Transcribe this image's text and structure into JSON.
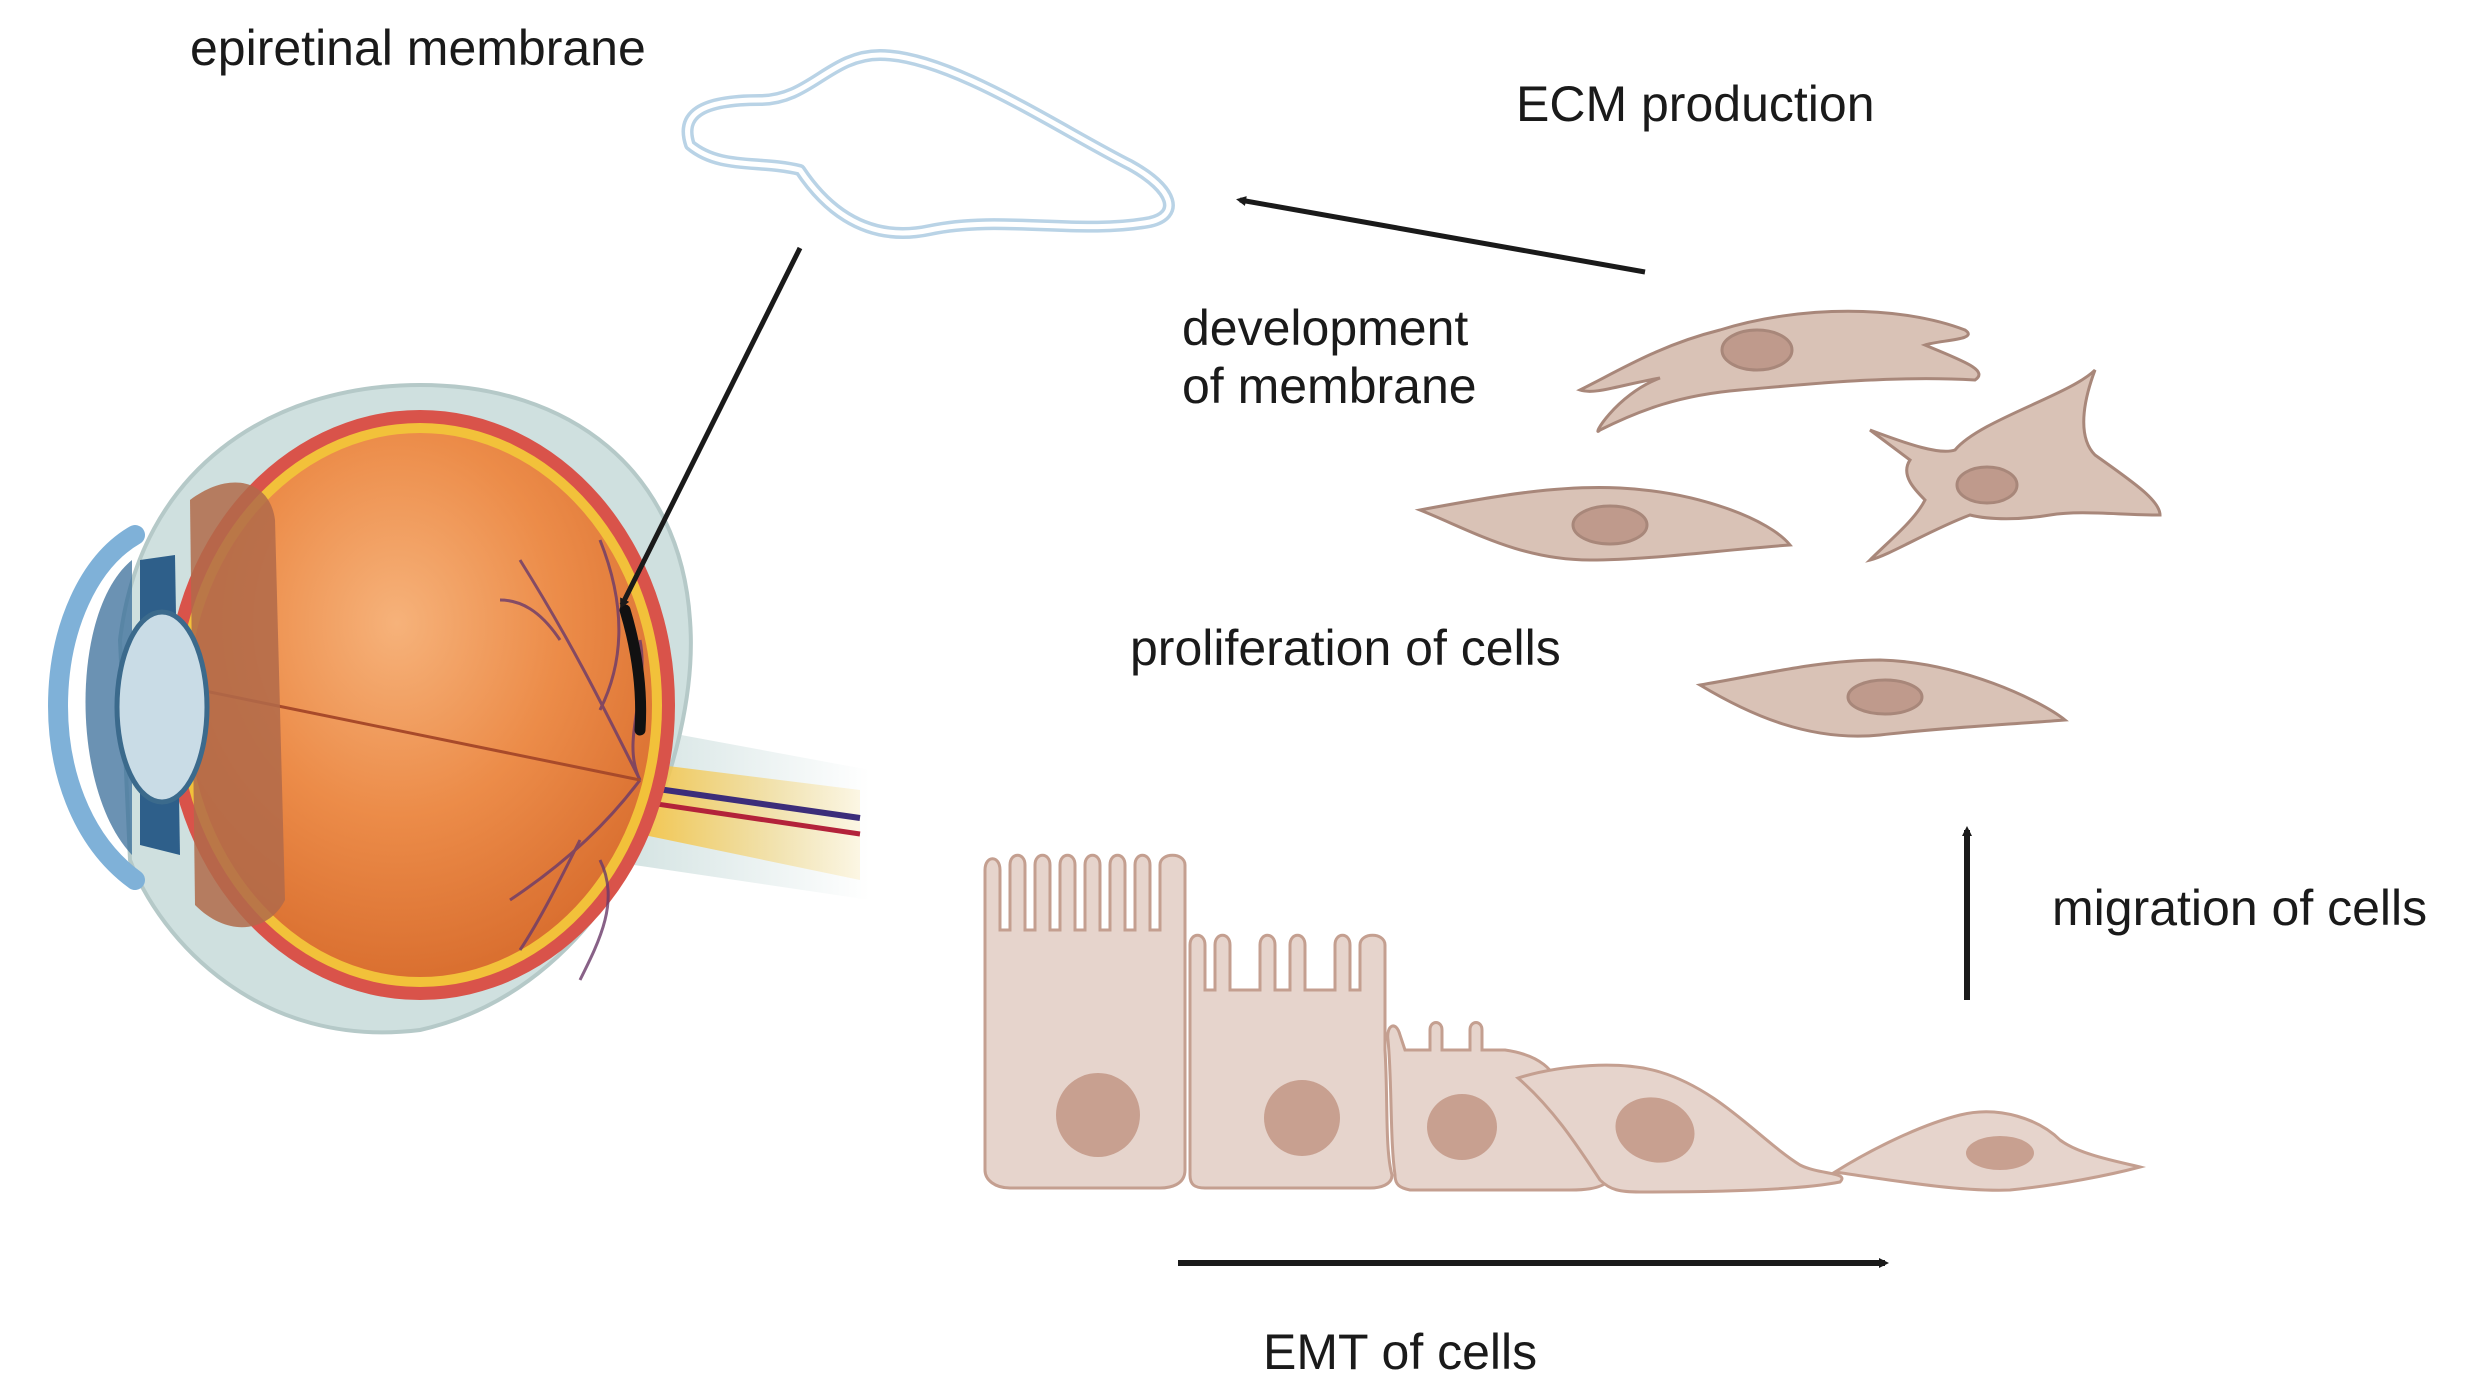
{
  "labels": {
    "epiretinal_membrane": "epiretinal membrane",
    "ecm_production": "ECM production",
    "development_line1": "development",
    "development_line2": "of membrane",
    "proliferation": "proliferation of cells",
    "migration": "migration of cells",
    "emt": "EMT of cells"
  },
  "colors": {
    "eye_orange": "#e8823f",
    "sclera_outer": "#cfe0df",
    "retina_red": "#d9534a",
    "retina_yellow": "#f2c13a",
    "lens_blue": "#c9dce6",
    "membrane_outline": "#b9d3e6",
    "cell_fill": "#d9c2b6",
    "nucleus_fill": "#bf9a8c",
    "epithelial_fill": "#e6d4cc",
    "arrow": "#1a1a1a"
  }
}
